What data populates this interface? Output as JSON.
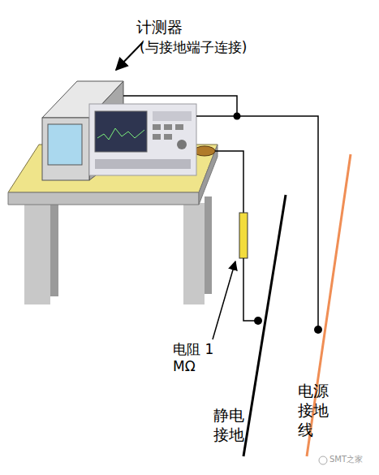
{
  "diagram": {
    "labels": [
      "计测器",
      "(与接地端子连接)",
      "电阻 1 MΩ",
      "静电 接地",
      "电源 接地 线",
      "SMT之家"
    ]
  }
}
